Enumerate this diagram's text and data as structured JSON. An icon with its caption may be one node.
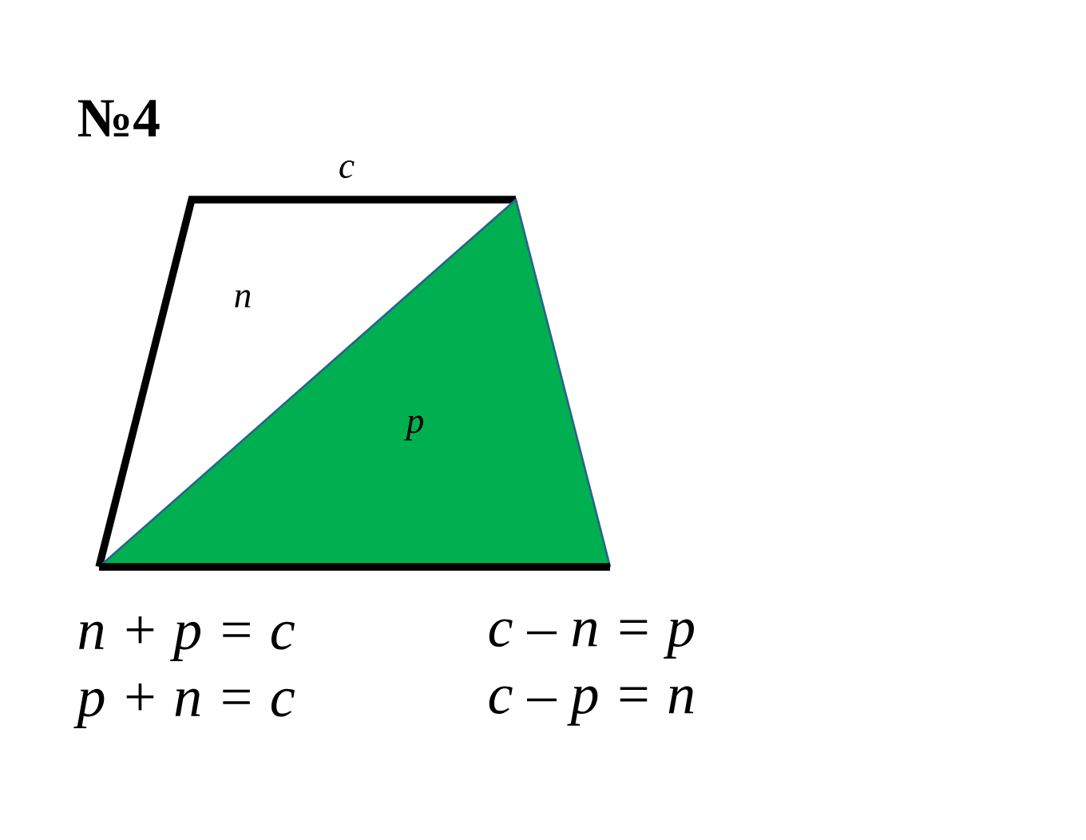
{
  "diagram": {
    "title": "№4",
    "nodes": [
      {
        "text": [
          "n"
        ]
      },
      {
        "text": [
          "p"
        ]
      }
    ],
    "labels": [
      "c",
      "n + p = c",
      "c – n = p",
      "p + n = c",
      "c – p = n"
    ]
  }
}
